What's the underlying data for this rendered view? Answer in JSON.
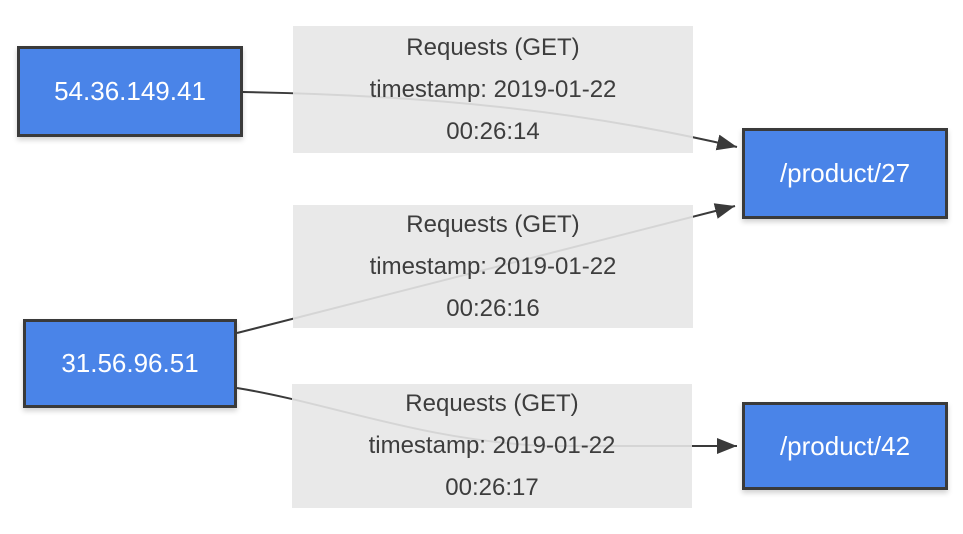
{
  "diagram": {
    "type": "graph",
    "background": "#ffffff",
    "colors": {
      "node_fill": "#4a84e8",
      "node_border": "#3a3a3a",
      "node_text": "#ffffff",
      "edge_label_bg": "rgba(231,231,231,0.9)",
      "edge_label_text": "#3d3d3d",
      "edge_stroke": "#3a3a3a"
    },
    "nodes": [
      {
        "id": "ip-1",
        "type": "ip-address",
        "label": "54.36.149.41"
      },
      {
        "id": "ip-2",
        "type": "ip-address",
        "label": "31.56.96.51"
      },
      {
        "id": "url-27",
        "type": "url-path",
        "label": "/product/27"
      },
      {
        "id": "url-42",
        "type": "url-path",
        "label": "/product/42"
      }
    ],
    "edges": [
      {
        "from": "54.36.149.41",
        "to": "/product/27",
        "label_lines": [
          "Requests (GET)",
          "timestamp: 2019-01-22",
          "00:26:14"
        ]
      },
      {
        "from": "31.56.96.51",
        "to": "/product/27",
        "label_lines": [
          "Requests (GET)",
          "timestamp: 2019-01-22",
          "00:26:16"
        ]
      },
      {
        "from": "31.56.96.51",
        "to": "/product/42",
        "label_lines": [
          "Requests (GET)",
          "timestamp: 2019-01-22",
          "00:26:17"
        ]
      }
    ]
  }
}
